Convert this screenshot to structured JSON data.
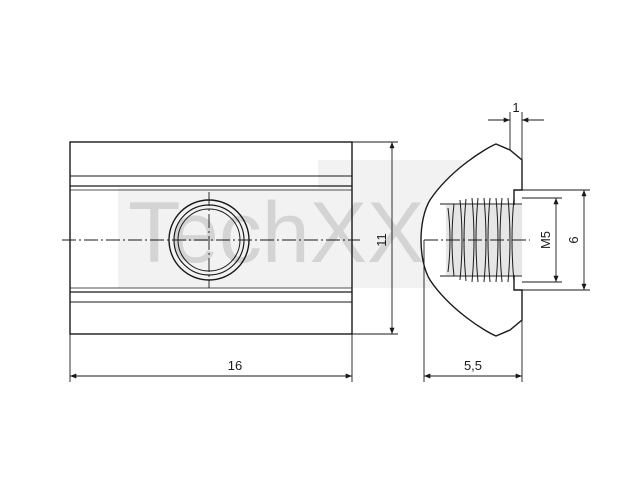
{
  "watermark": {
    "text": "TechXXL"
  },
  "front_view": {
    "width_label": "16",
    "height_label": "11"
  },
  "side_view": {
    "width_label": "5,5",
    "flange_label": "1",
    "thread_label": "M5",
    "slot_label": "6"
  },
  "colors": {
    "line": "#1a1a1a",
    "part_fill": "#ffffff",
    "watermark": "#bdbdbd"
  }
}
